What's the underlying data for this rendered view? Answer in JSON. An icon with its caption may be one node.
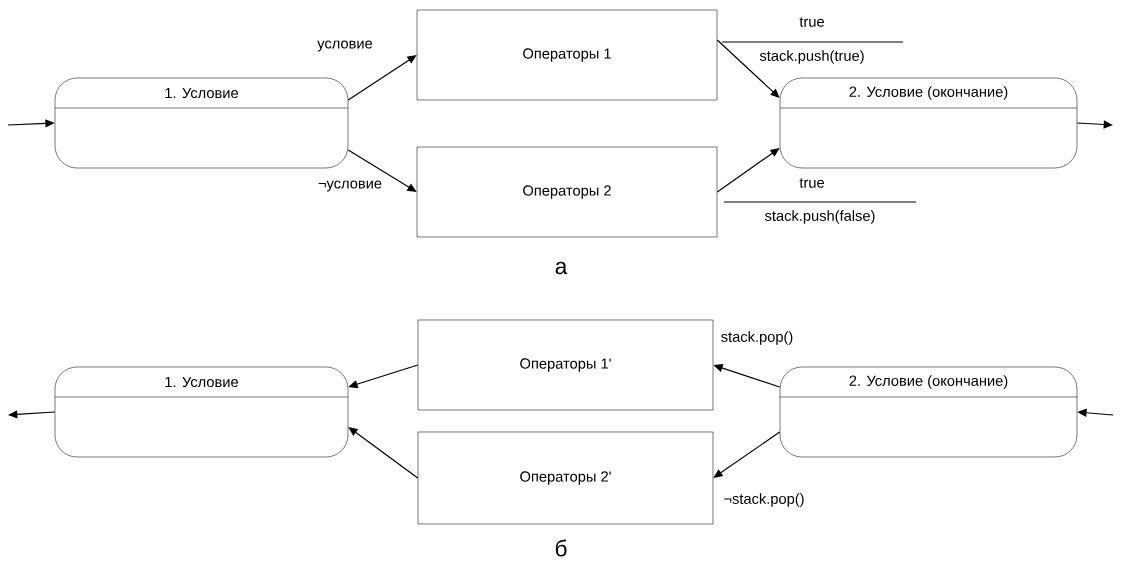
{
  "diagram": {
    "nodes": [
      {
        "text": [
          "1. Условие"
        ]
      },
      {
        "text": [
          "Операторы 1"
        ]
      },
      {
        "text": [
          "Операторы 2"
        ]
      },
      {
        "text": [
          "2. Условие (окончание)"
        ]
      },
      {
        "text": [
          "Операторы 1'"
        ]
      },
      {
        "text": [
          "1. Условие"
        ]
      },
      {
        "text": [
          "2. Условие (окончание)"
        ]
      },
      {
        "text": [
          "Операторы 2'"
        ]
      }
    ],
    "edges": [
      {
        "from": null,
        "to": 0,
        "arrow": "to"
      },
      {
        "from": 0,
        "to": 1,
        "arrow": "to",
        "label": "условие"
      },
      {
        "from": 0,
        "to": 2,
        "arrow": "to",
        "label": "¬условие"
      },
      {
        "from": 1,
        "to": 3,
        "arrow": "to",
        "label": "true"
      },
      {
        "from": 2,
        "to": 3,
        "arrow": "to",
        "label": "true"
      },
      {
        "from": 3,
        "to": null,
        "arrow": "to"
      },
      {
        "from": 6,
        "to": 4,
        "arrow": "to",
        "label": "stack.pop()"
      },
      {
        "from": 6,
        "to": 7,
        "arrow": "to",
        "label": "¬stack.pop()"
      },
      {
        "from": 4,
        "to": 5,
        "arrow": "to"
      },
      {
        "from": 7,
        "to": 5,
        "arrow": "to"
      },
      {
        "from": 5,
        "to": null,
        "arrow": "to"
      },
      {
        "from": null,
        "to": 6,
        "arrow": "to"
      }
    ],
    "labels": [
      "stack.push(true)",
      "stack.push(false)",
      "а",
      "б"
    ]
  }
}
